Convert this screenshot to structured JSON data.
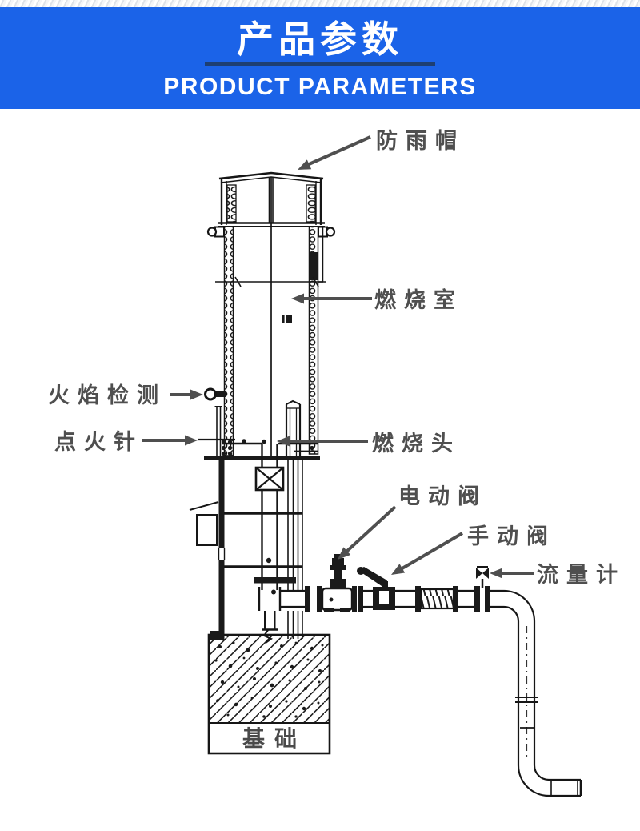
{
  "header": {
    "title": "产品参数",
    "subtitle": "PRODUCT PARAMETERS"
  },
  "labels": {
    "rain_cap": "防雨帽",
    "combustion_chamber": "燃烧室",
    "flame_detection": "火焰检测",
    "ignition_needle": "点火针",
    "burner_head": "燃烧头",
    "electric_valve": "电动阀",
    "manual_valve": "手动阀",
    "flow_meter": "流量计",
    "foundation": "基础"
  },
  "colors": {
    "banner_blue": "#1b63e8",
    "underline_navy": "#1e3f72",
    "drawing_line": "#161616",
    "annotation_gray": "#4f4f4f"
  }
}
